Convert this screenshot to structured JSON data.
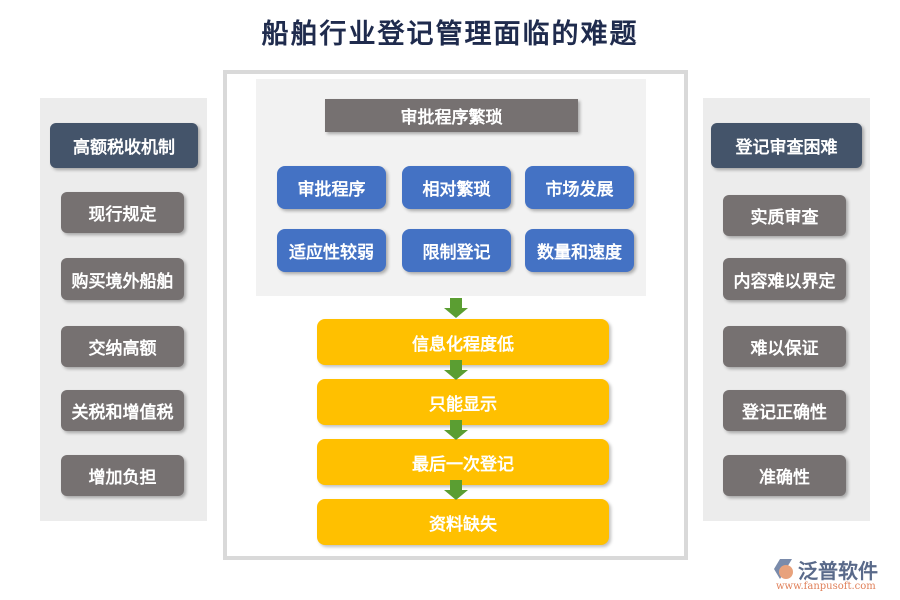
{
  "title": "船舶行业登记管理面临的难题",
  "left": {
    "header": "高额税收机制",
    "items": [
      "现行规定",
      "购买境外船舶",
      "交纳高额",
      "关税和增值税",
      "增加负担"
    ]
  },
  "right": {
    "header": "登记审查困难",
    "items": [
      "实质审查",
      "内容难以界定",
      "难以保证",
      "登记正确性",
      "准确性"
    ]
  },
  "center": {
    "header": "审批程序繁琐",
    "boxes": [
      "审批程序",
      "相对繁琐",
      "市场发展",
      "适应性较弱",
      "限制登记",
      "数量和速度"
    ],
    "flow": [
      "信息化程度低",
      "只能显示",
      "最后一次登记",
      "资料缺失"
    ]
  },
  "logo": {
    "name": "泛普软件",
    "url": "www.fanpusoft.com"
  },
  "colors": {
    "header": "#44546a",
    "gray": "#767171",
    "blue": "#4472c4",
    "yellow": "#ffc000",
    "arrow": "#5b9e32"
  }
}
